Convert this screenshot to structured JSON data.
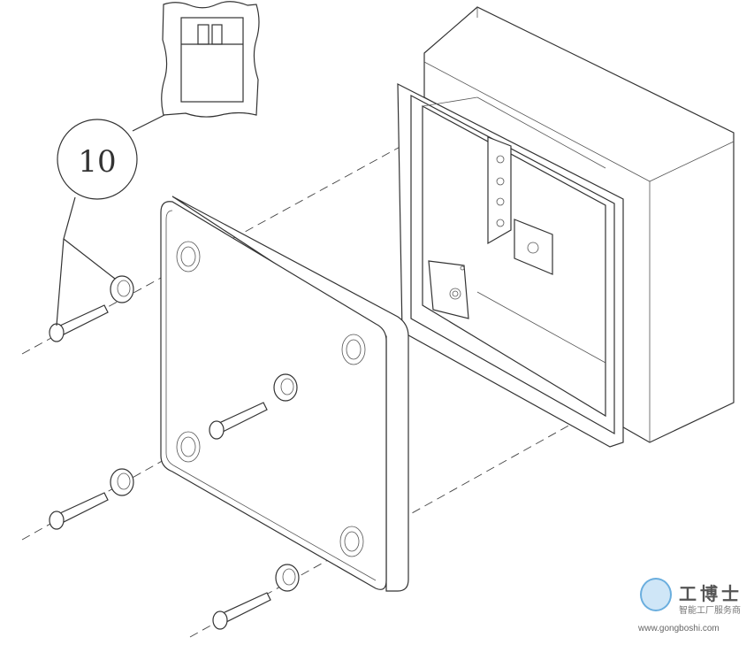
{
  "diagram": {
    "title": "Enclosure lid assembly exploded view",
    "callout_number": "10"
  },
  "watermark": {
    "brand": "工博士",
    "tagline": "智能工厂服务商",
    "url": "www.gongboshi.com"
  }
}
